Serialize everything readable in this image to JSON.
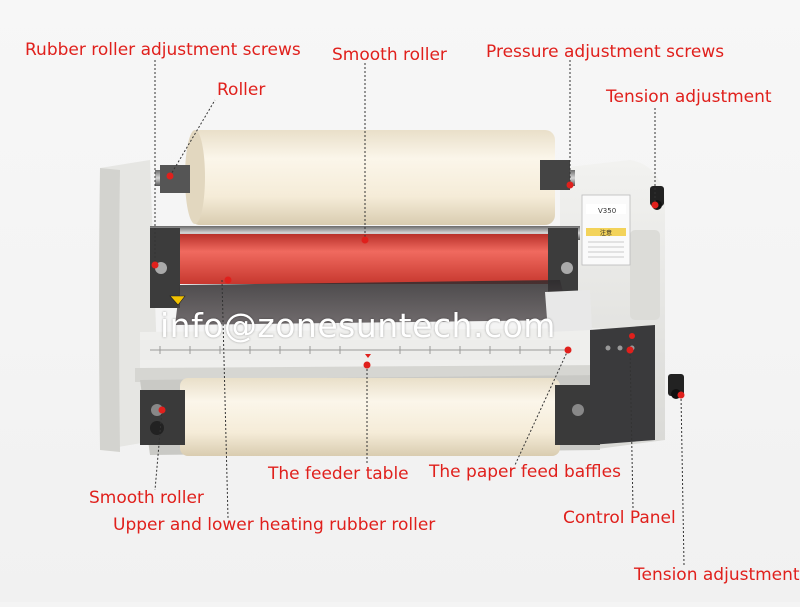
{
  "labels": {
    "rubber_roller_screws": "Rubber roller adjustment screws",
    "smooth_roller_top": "Smooth roller",
    "pressure_screws": "Pressure adjustment screws",
    "roller": "Roller",
    "tension_top": "Tension adjustment",
    "feeder_table": "The feeder table",
    "paper_feed_baffles": "The paper feed baffles",
    "smooth_roller_bottom": "Smooth roller",
    "heating_roller": "Upper and lower heating rubber roller",
    "control_panel": "Control Panel",
    "tension_bottom": "Tension adjustment"
  },
  "watermark": "info@zonesuntech.com",
  "machine": {
    "model": "V350",
    "warning": "注意"
  },
  "colors": {
    "label_red": "#e0201c",
    "marker_dot": "#e0201c",
    "heating_roller": "#e8473f",
    "body": "#ececea",
    "film_roll": "#f6efe0"
  }
}
